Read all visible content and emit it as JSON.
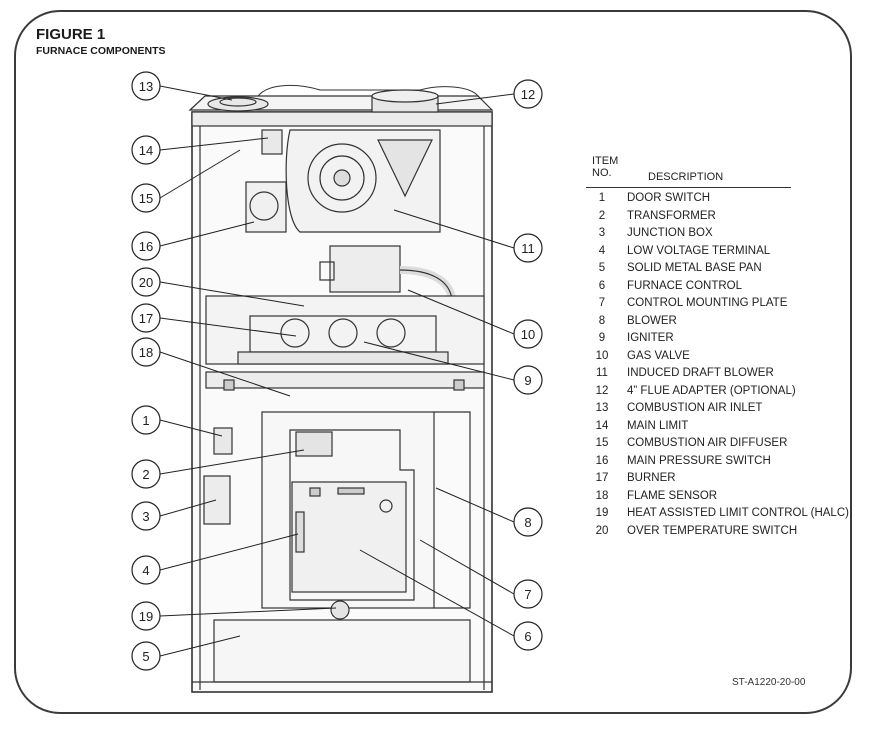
{
  "figure": {
    "title": "FIGURE 1",
    "subtitle": "FURNACE COMPONENTS",
    "reference_code": "ST-A1220-20-00"
  },
  "table": {
    "header_item": "ITEM",
    "header_no": "NO.",
    "header_description": "DESCRIPTION",
    "rows": [
      {
        "no": "1",
        "desc": "DOOR SWITCH"
      },
      {
        "no": "2",
        "desc": "TRANSFORMER"
      },
      {
        "no": "3",
        "desc": "JUNCTION BOX"
      },
      {
        "no": "4",
        "desc": "LOW VOLTAGE TERMINAL"
      },
      {
        "no": "5",
        "desc": "SOLID METAL BASE PAN"
      },
      {
        "no": "6",
        "desc": "FURNACE CONTROL"
      },
      {
        "no": "7",
        "desc": "CONTROL MOUNTING PLATE"
      },
      {
        "no": "8",
        "desc": "BLOWER"
      },
      {
        "no": "9",
        "desc": "IGNITER"
      },
      {
        "no": "10",
        "desc": "GAS VALVE"
      },
      {
        "no": "11",
        "desc": "INDUCED DRAFT BLOWER"
      },
      {
        "no": "12",
        "desc": "4” FLUE ADAPTER (OPTIONAL)"
      },
      {
        "no": "13",
        "desc": "COMBUSTION AIR INLET"
      },
      {
        "no": "14",
        "desc": "MAIN LIMIT"
      },
      {
        "no": "15",
        "desc": "COMBUSTION AIR DIFFUSER"
      },
      {
        "no": "16",
        "desc": "MAIN PRESSURE SWITCH"
      },
      {
        "no": "17",
        "desc": "BURNER"
      },
      {
        "no": "18",
        "desc": "FLAME SENSOR"
      },
      {
        "no": "19",
        "desc": "HEAT ASSISTED LIMIT CONTROL (HALC)"
      },
      {
        "no": "20",
        "desc": "OVER TEMPERATURE SWITCH"
      }
    ]
  },
  "callouts": [
    "13",
    "14",
    "15",
    "16",
    "20",
    "17",
    "18",
    "1",
    "2",
    "3",
    "4",
    "19",
    "5",
    "12",
    "11",
    "10",
    "9",
    "8",
    "7",
    "6"
  ]
}
